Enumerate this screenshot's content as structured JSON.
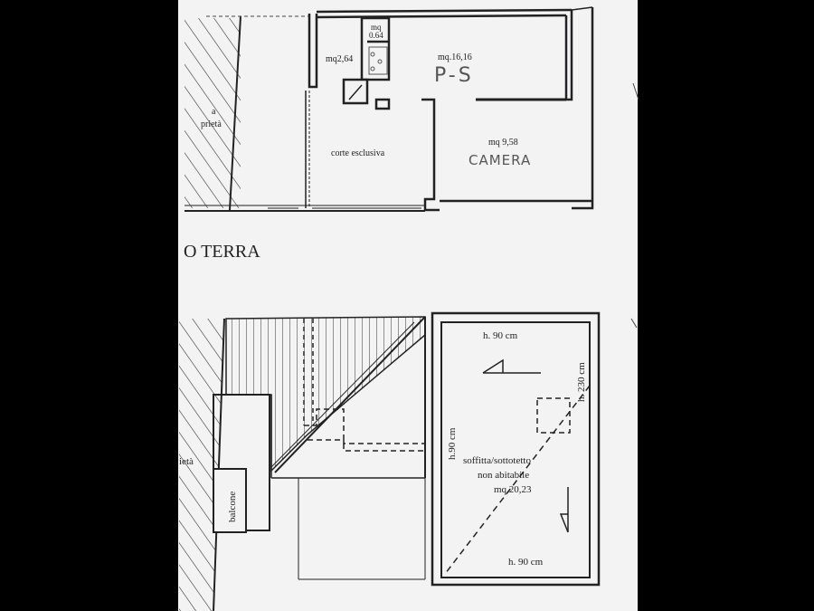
{
  "floor_plans": {
    "ground_floor": {
      "title": "O TERRA",
      "left_label": "a\nprietà",
      "rooms": {
        "storage_small": "mq\n0.64",
        "bath": "mq2,64",
        "living": "mq.16,16",
        "bedroom": "mq 9,58",
        "court": "corte esclusiva"
      },
      "handwritten": {
        "living": "P-S",
        "bedroom": "CAMERA"
      }
    },
    "upper_floor": {
      "left_label": "ietà",
      "balcony": "balcone",
      "attic": {
        "line1": "soffitta/sottotetto",
        "line2": "non abitabile",
        "area": "mq.20,23"
      },
      "heights": {
        "top": "h. 90  cm",
        "bottom": "h. 90  cm",
        "left": "h.90 cm",
        "right": "h. 230 cm"
      }
    }
  },
  "colors": {
    "ink": "#222222",
    "paper": "#f3f3f4",
    "frame": "#000000"
  }
}
